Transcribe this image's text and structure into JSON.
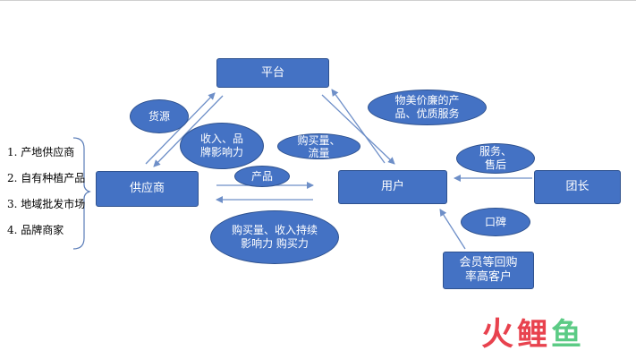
{
  "nodes": {
    "platform": "平台",
    "supplier": "供应商",
    "user": "用户",
    "leader": "团长",
    "member": "会员等回购率高客户"
  },
  "labels": {
    "goods": "货源",
    "income_brand": "收入、品牌影响力",
    "product": "产品",
    "purchase_traffic": "购买量、流量",
    "quality": "物美价廉的产品、优质服务",
    "service": "服务、售后",
    "reputation": "口碑",
    "bottom": "购买量、收入持续影响力 购买力"
  },
  "supplier_types": [
    "1. 产地供应商",
    "2. 自有种植产品",
    "3. 地域批发市场",
    "4. 品牌商家"
  ],
  "watermark": {
    "part1": "火",
    "part2": "鲤",
    "part3": "鱼"
  },
  "colors": {
    "node_fill": "#4472C4",
    "node_border": "#2F528F",
    "arrow": "#6E8FC8"
  }
}
